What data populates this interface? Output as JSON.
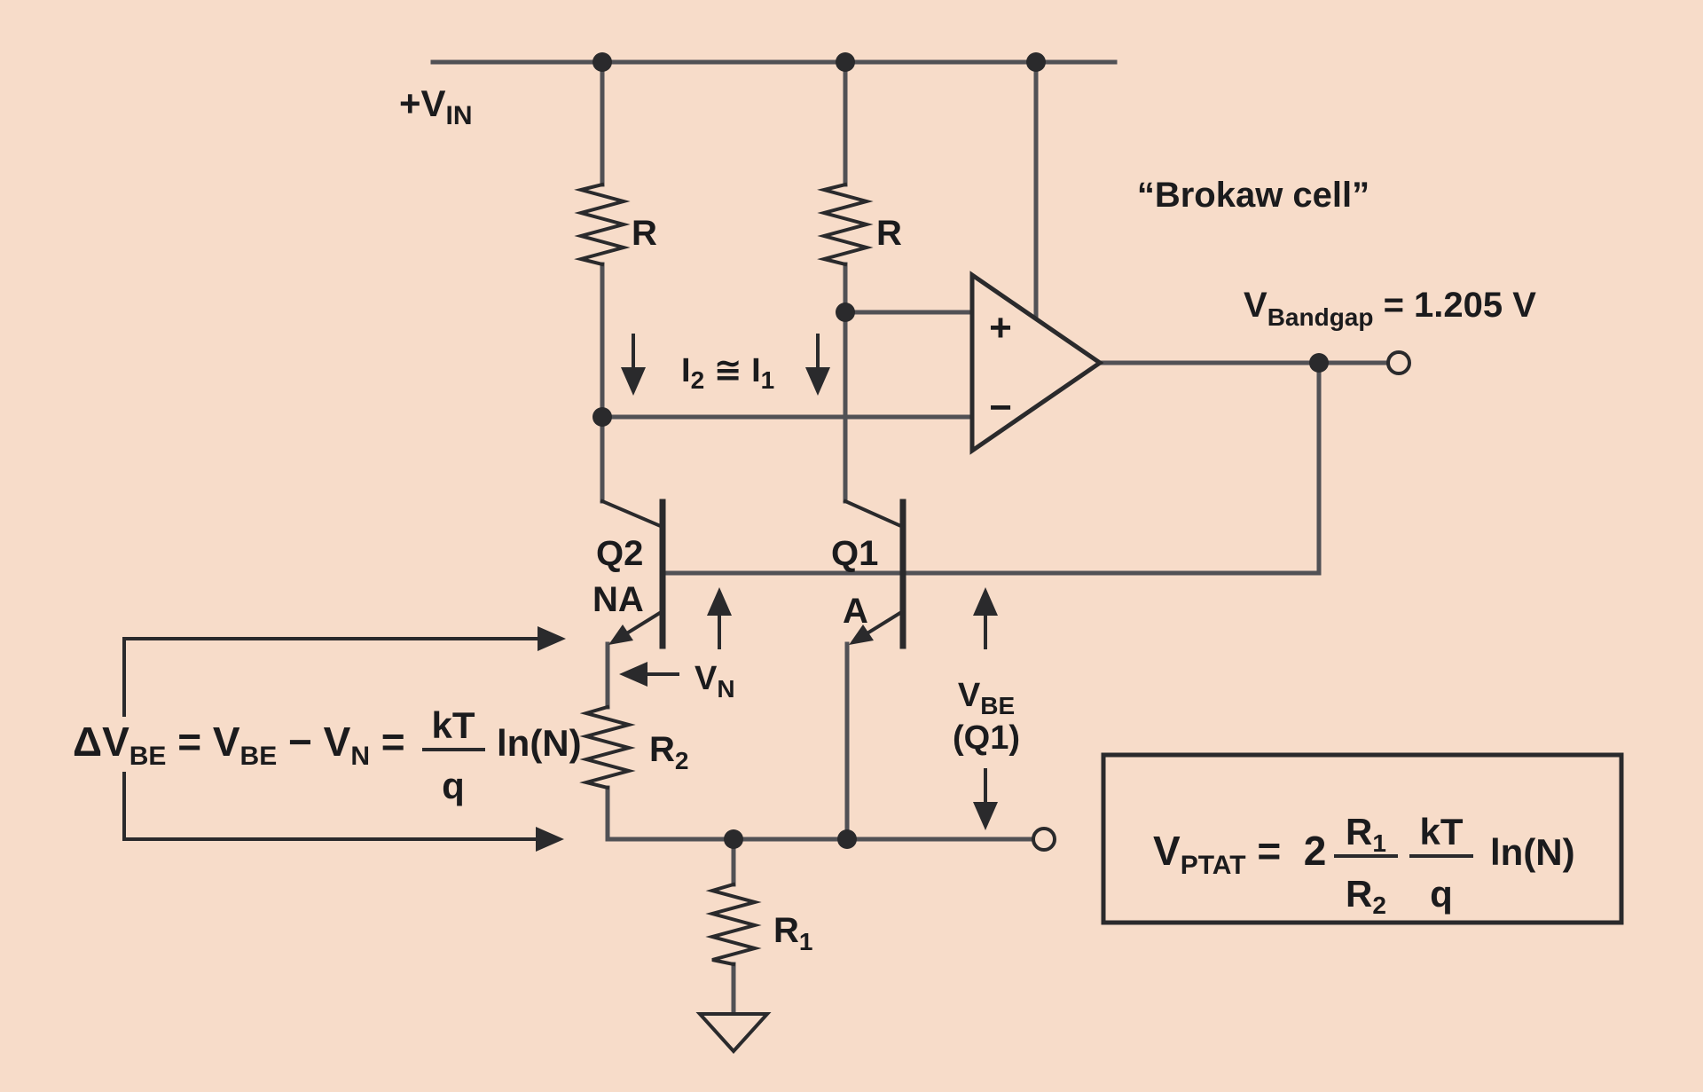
{
  "theme": {
    "bg": "#f7dcc9",
    "wire": "#515155",
    "ink": "#1b1b1d",
    "ink2": "#2a2a2c"
  },
  "title": {
    "cell_name": "“Brokaw cell”"
  },
  "supply": {
    "label_main": "+V",
    "label_sub": "IN"
  },
  "resistors": {
    "r_left": "R",
    "r_right": "R",
    "r1_main": "R",
    "r1_sub": "1",
    "r2_main": "R",
    "r2_sub": "2"
  },
  "currents": {
    "i2_main": "I",
    "i2_sub": "2",
    "approx_sign": " ≅ ",
    "i1_main": "I",
    "i1_sub": "1"
  },
  "opamp": {
    "plus": "+",
    "minus": "−"
  },
  "output": {
    "v_main": "V",
    "v_sub": "Bandgap",
    "value": " = 1.205 V"
  },
  "transistors": {
    "q2": "Q2",
    "q2_area": "NA",
    "q1": "Q1",
    "q1_area": "A"
  },
  "nodes": {
    "vn_main": "V",
    "vn_sub": "N",
    "vbe_main": "V",
    "vbe_sub": "BE",
    "vbe_ref": "(Q1)"
  },
  "delta_equation": {
    "lhs_main": "ΔV",
    "lhs_sub": "BE",
    "eq1": " = V",
    "vbe_sub": "BE",
    "minus": " − V",
    "vn_sub": "N",
    "eq2": " =",
    "kt": "kT",
    "q": "q",
    "ln": "ln(N)"
  },
  "ptat_equation": {
    "lhs_main": "V",
    "lhs_sub": "PTAT",
    "eq": " =  2",
    "r1_main": "R",
    "r1_sub": "1",
    "r2_main": "R",
    "r2_sub": "2",
    "kt": "kT",
    "q": "q",
    "ln": "ln(N)"
  }
}
